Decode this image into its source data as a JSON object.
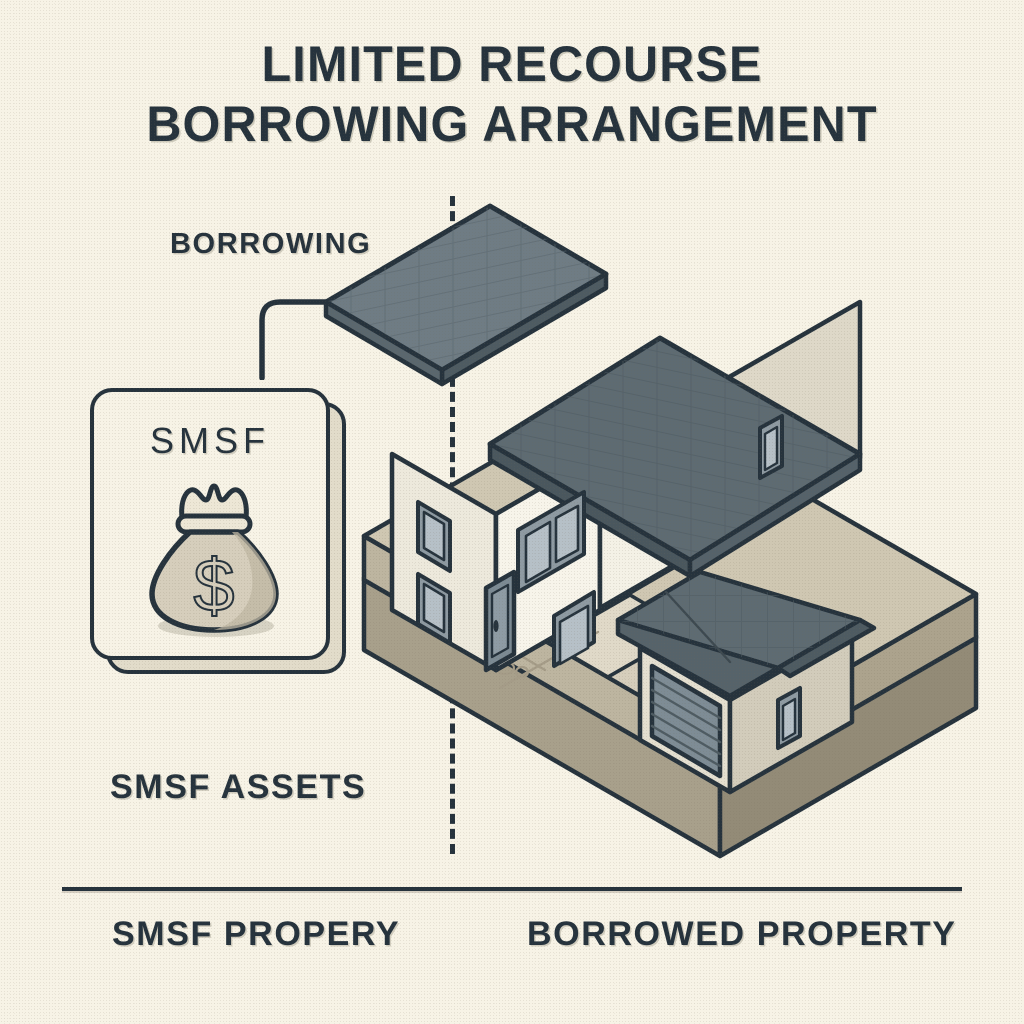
{
  "canvas": {
    "background_color": "#F7F3E6",
    "ink_color": "#26333D"
  },
  "title": {
    "line1": "LIMITED RECOURSE",
    "line2": "BORROWING ARRANGEMENT"
  },
  "left_panel": {
    "flow_label": "BORROWING",
    "card": {
      "heading": "SMSF",
      "icon": "money-bag-icon",
      "currency_symbol": "$"
    },
    "section_label": "SMSF ASSETS",
    "footer_label": "SMSF PROPERY"
  },
  "right_panel": {
    "illustration": "isometric-house-on-land",
    "footer_label": "BORROWED PROPERTY"
  },
  "divider": {
    "vertical_style": "dashed",
    "horizontal_style": "solid"
  },
  "arrow": {
    "name": "borrowing-arrow",
    "direction": "right"
  },
  "palette": {
    "ink": "#26333D",
    "paper": "#F7F3E6",
    "wall_light": "#F4F1E6",
    "wall_shadow": "#CFCABA",
    "roof_light": "#6F7C84",
    "roof_dark": "#5B686F",
    "land_top": "#CFC7B2",
    "land_side": "#B8B09A",
    "land_side_dark": "#A39B86",
    "path": "#DED7C5",
    "glass": "#AEB9C0",
    "bag": "#D6CEBC"
  }
}
